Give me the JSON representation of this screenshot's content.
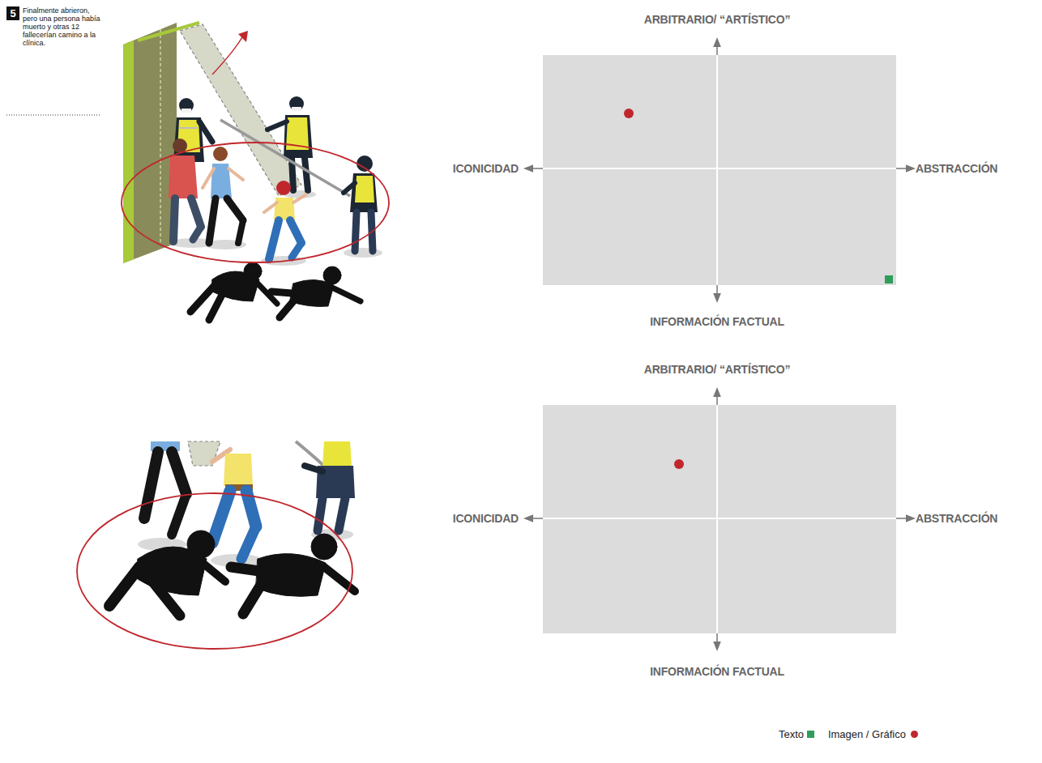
{
  "diagram": {
    "labels": [
      "5",
      "Finalmente abrieron, pero una persona había muerto y otras 12 fallecerían camino a la clínica.",
      "ARBITRARIO/ “ARTÍSTICO”",
      "ICONICIDAD",
      "ABSTRACCIÓN",
      "INFORMACIÓN FACTUAL",
      "ARBITRARIO/ “ARTÍSTICO”",
      "ICONICIDAD",
      "ABSTRACCIÓN",
      "INFORMACIÓN FACTUAL"
    ],
    "legend": [
      {
        "text": "Texto",
        "color": "#2e9e5a"
      },
      {
        "text": "Imagen / Gráfico",
        "color": "#c0272d"
      }
    ]
  }
}
